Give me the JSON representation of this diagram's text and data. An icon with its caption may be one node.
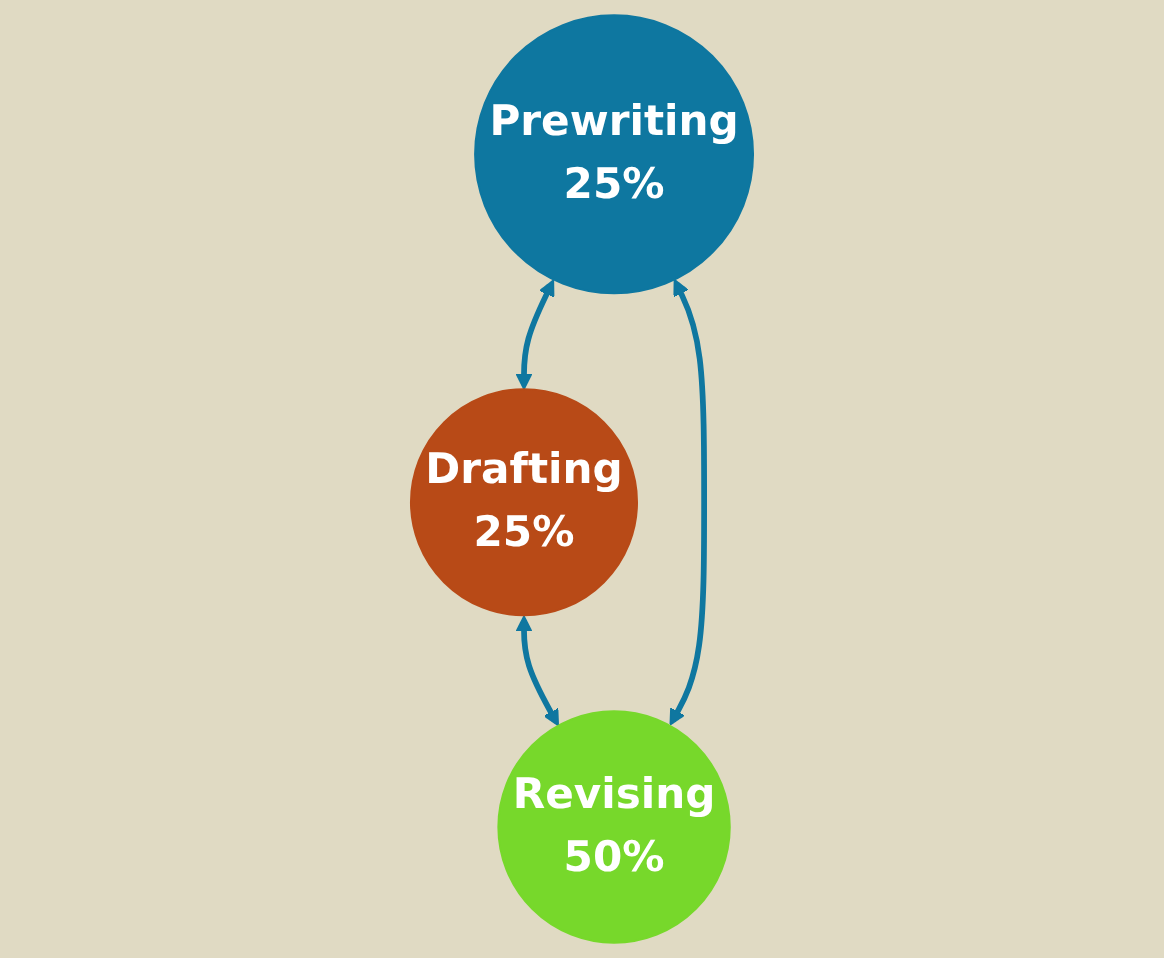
{
  "diagram": {
    "nodes": [
      {
        "text": [
          "Prewriting",
          "25%"
        ]
      },
      {
        "text": [
          "Drafting",
          "25%"
        ]
      },
      {
        "text": [
          "Revising",
          "50%"
        ]
      }
    ],
    "edges": [
      {
        "from": 0,
        "to": 1,
        "arrow": "both"
      },
      {
        "from": 1,
        "to": 2,
        "arrow": "both"
      },
      {
        "from": 2,
        "to": 0,
        "arrow": "both"
      }
    ]
  }
}
